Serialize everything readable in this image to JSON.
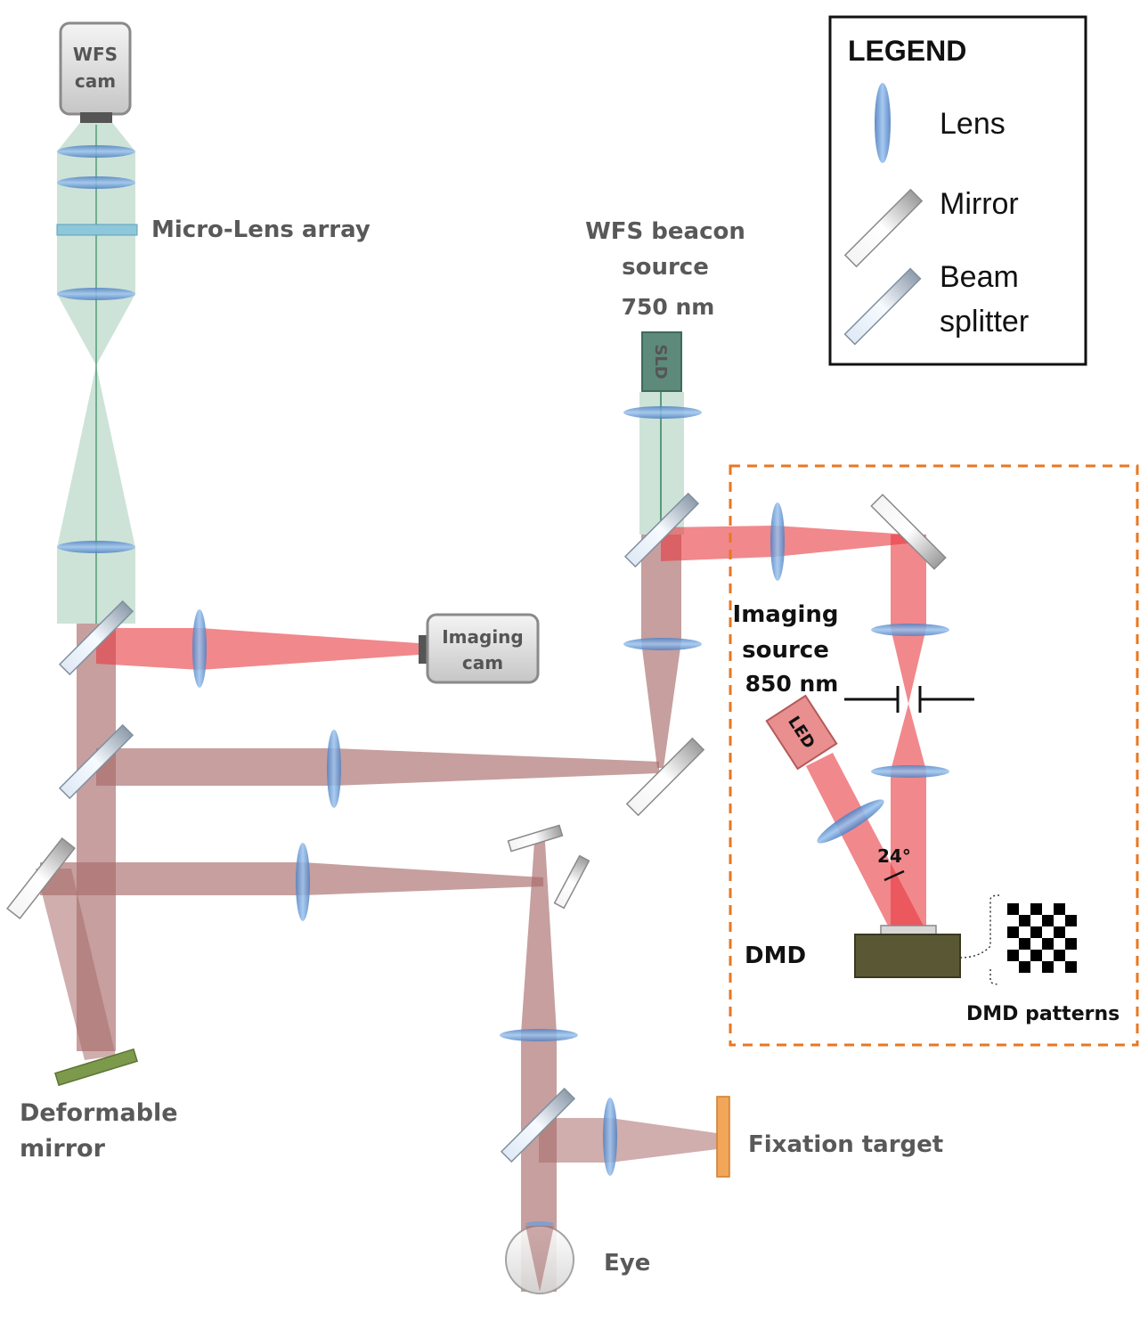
{
  "labels": {
    "wfs_cam_line1": "WFS",
    "wfs_cam_line2": "cam",
    "micro_lens_array": "Micro-Lens array",
    "wfs_beacon_line1": "WFS beacon",
    "wfs_beacon_line2": "source",
    "wfs_beacon_wavelength": "750 nm",
    "sld": "SLD",
    "imaging_cam_line1": "Imaging",
    "imaging_cam_line2": "cam",
    "imaging_source_line1": "Imaging",
    "imaging_source_line2": "source",
    "imaging_source_wavelength": "850 nm",
    "led": "LED",
    "angle": "24°",
    "dmd": "DMD",
    "dmd_patterns": "DMD patterns",
    "deformable_mirror_line1": "Deformable",
    "deformable_mirror_line2": "mirror",
    "fixation_target": "Fixation target",
    "eye": "Eye"
  },
  "legend": {
    "title": "LEGEND",
    "lens": "Lens",
    "mirror": "Mirror",
    "beam_splitter_line1": "Beam",
    "beam_splitter_line2": "splitter"
  },
  "colors": {
    "imaging_beam": "#e8383f",
    "wfs_beam": "#6fae8c",
    "combined_beam": "#a86c6a",
    "lens": "#6f9fd8",
    "enclosure_border": "#e87722",
    "deformable_mirror": "#7d9a4c",
    "fixation_target": "#f2a65a",
    "sld": "#5d8a7a",
    "led": "#e98f8f",
    "dmd": "#5a5834"
  }
}
